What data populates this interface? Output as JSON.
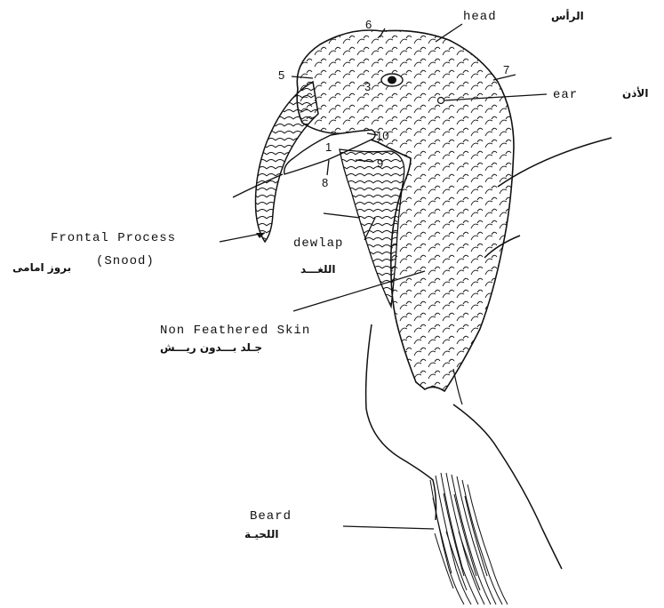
{
  "labels": {
    "head": "head",
    "head_ar": "الرأس",
    "ear": "ear",
    "ear_ar": "الأذن",
    "frontal_process": "Frontal Process",
    "snood": "(Snood)",
    "frontal_ar": "بروز امامى",
    "dewlap": "dewlap",
    "dewlap_ar": "اللغـــد",
    "non_feathered_skin": "Non Feathered Skin",
    "non_feathered_ar": "جـلد بـــدون ريـــش",
    "beard": "Beard",
    "beard_ar": "اللحيـة"
  },
  "numbers": {
    "n1": "1",
    "n3": "3",
    "n5": "5",
    "n6": "6",
    "n7": "7",
    "n8": "8",
    "n9": "9",
    "n10": "10"
  },
  "colors": {
    "ink": "#111111",
    "paper": "#ffffff"
  }
}
